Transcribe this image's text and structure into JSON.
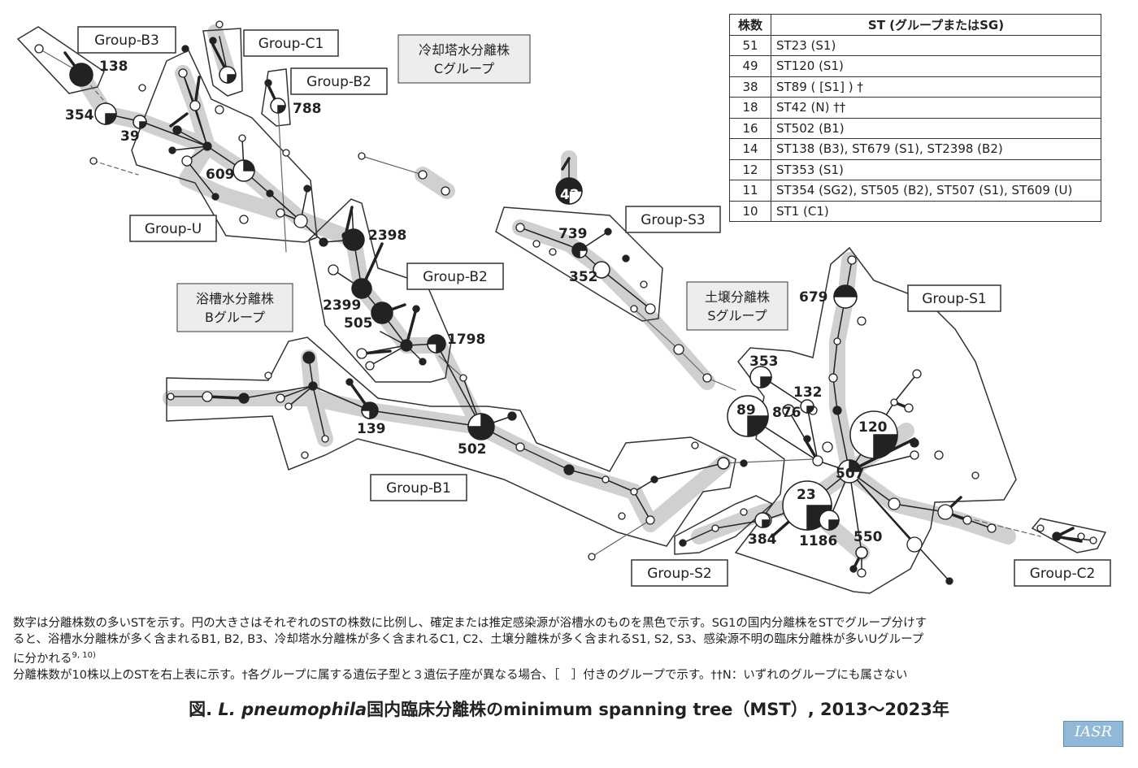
{
  "group_labels": {
    "b3": "Group-B3",
    "c1": "Group-C1",
    "b2_top": "Group-B2",
    "u": "Group-U",
    "b2": "Group-B2",
    "s3": "Group-S3",
    "s1": "Group-S1",
    "b1": "Group-B1",
    "s2": "Group-S2",
    "c2": "Group-C2"
  },
  "source_labels": {
    "cooling_line1": "冷却塔水分離株",
    "cooling_line2": "Cグループ",
    "bath_line1": "浴槽水分離株",
    "bath_line2": "Bグループ",
    "soil_line1": "土壌分離株",
    "soil_line2": "Sグループ"
  },
  "node_numbers": {
    "n138": "138",
    "n354": "354",
    "n39": "39",
    "n609": "609",
    "n788": "788",
    "n2398": "2398",
    "n2399": "2399",
    "n505": "505",
    "n1798": "1798",
    "n139": "139",
    "n502": "502",
    "n42": "42",
    "n739": "739",
    "n352": "352",
    "n679": "679",
    "n353": "353",
    "n132": "132",
    "n89": "89",
    "n876": "876",
    "n120": "120",
    "n507": "507",
    "n23": "23",
    "n384": "384",
    "n1186": "1186",
    "n550": "550"
  },
  "table": {
    "header": [
      "株数",
      "ST (グループまたはSG)"
    ],
    "rows": [
      [
        "51",
        "ST23 (S1)"
      ],
      [
        "49",
        "ST120 (S1)"
      ],
      [
        "38",
        "ST89 ( [S1] ) †"
      ],
      [
        "18",
        "ST42 (N) ††"
      ],
      [
        "16",
        "ST502 (B1)"
      ],
      [
        "14",
        "ST138 (B3), ST679 (S1), ST2398 (B2)"
      ],
      [
        "12",
        "ST353 (S1)"
      ],
      [
        "11",
        "ST354 (SG2), ST505 (B2), ST507 (S1), ST609 (U)"
      ],
      [
        "10",
        "ST1 (C1)"
      ]
    ]
  },
  "footnote": {
    "line1": "数字は分離株数の多いSTを示す。円の大きさはそれぞれのSTの株数に比例し、確定または推定感染源が浴槽水のものを黒色で示す。SG1の国内分離株をSTでグループ分けす",
    "line2": "ると、浴槽水分離株が多く含まれるB1, B2, B3、冷却塔水分離株が多く含まれるC1, C2、土壌分離株が多く含まれるS1, S2, S3、感染源不明の臨床分離株が多いUグループ",
    "line3": "に分かれる",
    "line3_sup": "9, 10)",
    "line4": "分離株数が10株以上のSTを右上表に示す。†各グループに属する遺伝子型と３遺伝子座が異なる場合、［　］付きのグループで示す。††N：いずれのグループにも属さない"
  },
  "caption": {
    "prefix": "図.",
    "species": "L. pneumophila",
    "rest": "国内臨床分離株のminimum spanning tree（MST）, 2013〜2023年"
  },
  "logo": {
    "text": "IASR"
  }
}
